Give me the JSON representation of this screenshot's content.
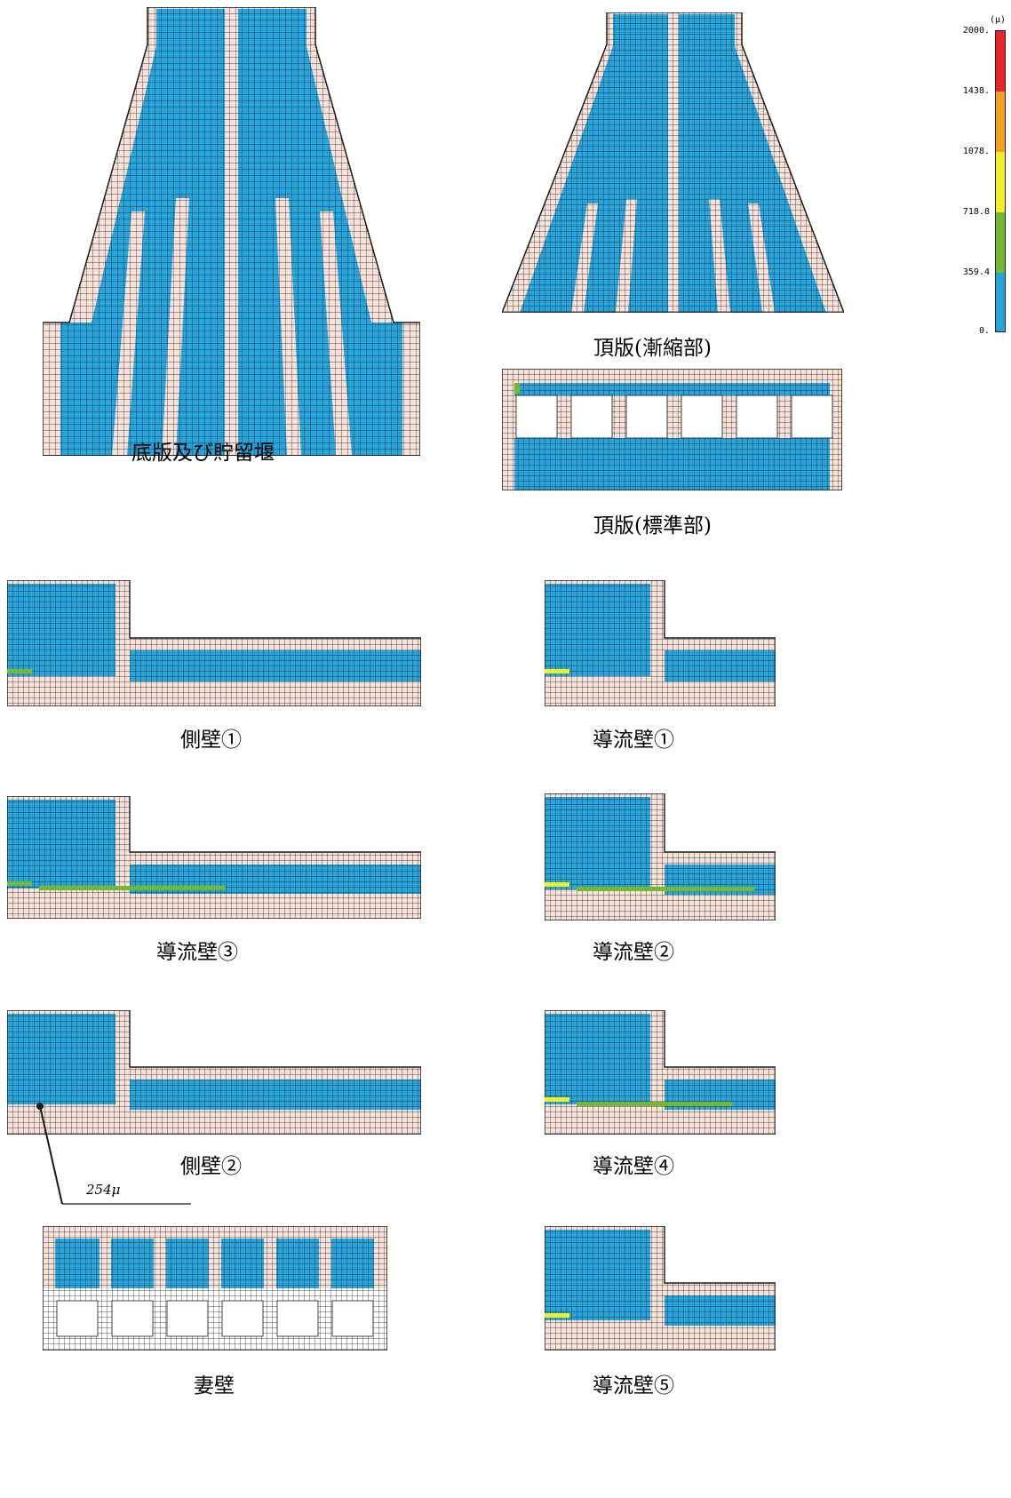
{
  "legend": {
    "unit": "(μ)",
    "ticks": [
      "2000.",
      "1438.",
      "1078.",
      "718.8",
      "359.4",
      "0."
    ],
    "colors": [
      "#e8262a",
      "#f4a020",
      "#f2ee22",
      "#76b82e",
      "#26a4dc"
    ]
  },
  "panels": {
    "bottom_slab": {
      "caption": "底版及び貯留堰"
    },
    "top_slab_taper": {
      "caption": "頂版(漸縮部)"
    },
    "top_slab_standard": {
      "caption": "頂版(標準部)"
    },
    "side_wall_1": {
      "caption": "側壁①"
    },
    "guide_wall_1": {
      "caption": "導流壁①"
    },
    "guide_wall_3": {
      "caption": "導流壁③"
    },
    "guide_wall_2": {
      "caption": "導流壁②"
    },
    "side_wall_2": {
      "caption": "側壁②",
      "callout": "254μ"
    },
    "guide_wall_4": {
      "caption": "導流壁④"
    },
    "end_wall": {
      "caption": "妻壁"
    },
    "guide_wall_5": {
      "caption": "導流壁⑤"
    }
  },
  "colors": {
    "band_blue": "#26a4dc",
    "band_pink": "#f7e1d8",
    "band_green": "#76b82e",
    "band_yellow": "#f2ee22",
    "mesh": "#1a1a1a"
  }
}
